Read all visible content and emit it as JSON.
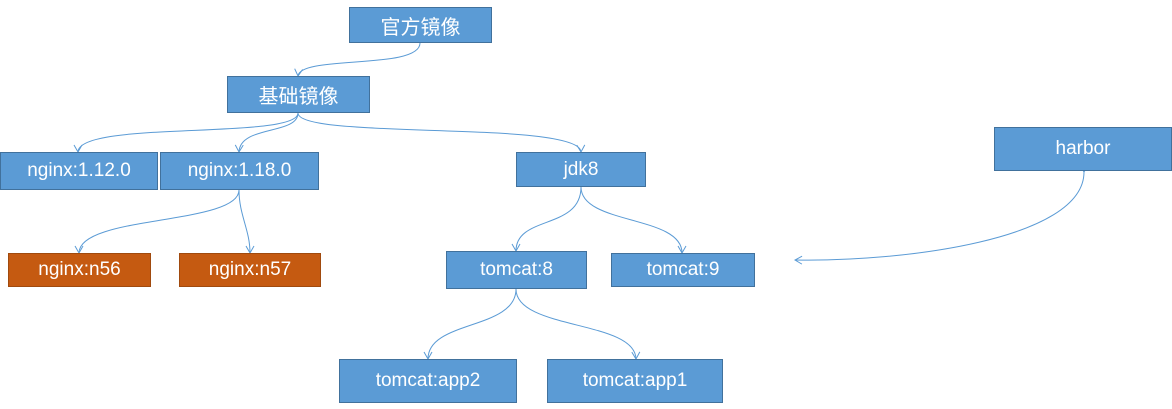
{
  "diagram": {
    "colors": {
      "node_blue": "#5b9bd5",
      "node_orange": "#c55a11",
      "edge": "#5b9bd5"
    },
    "nodes": {
      "official": "官方镜像",
      "base": "基础镜像",
      "nginx_1120": "nginx:1.12.0",
      "nginx_1180": "nginx:1.18.0",
      "jdk8": "jdk8",
      "harbor": "harbor",
      "nginx_n56": "nginx:n56",
      "nginx_n57": "nginx:n57",
      "tomcat8": "tomcat:8",
      "tomcat9": "tomcat:9",
      "tomcat_app2": "tomcat:app2",
      "tomcat_app1": "tomcat:app1"
    }
  }
}
